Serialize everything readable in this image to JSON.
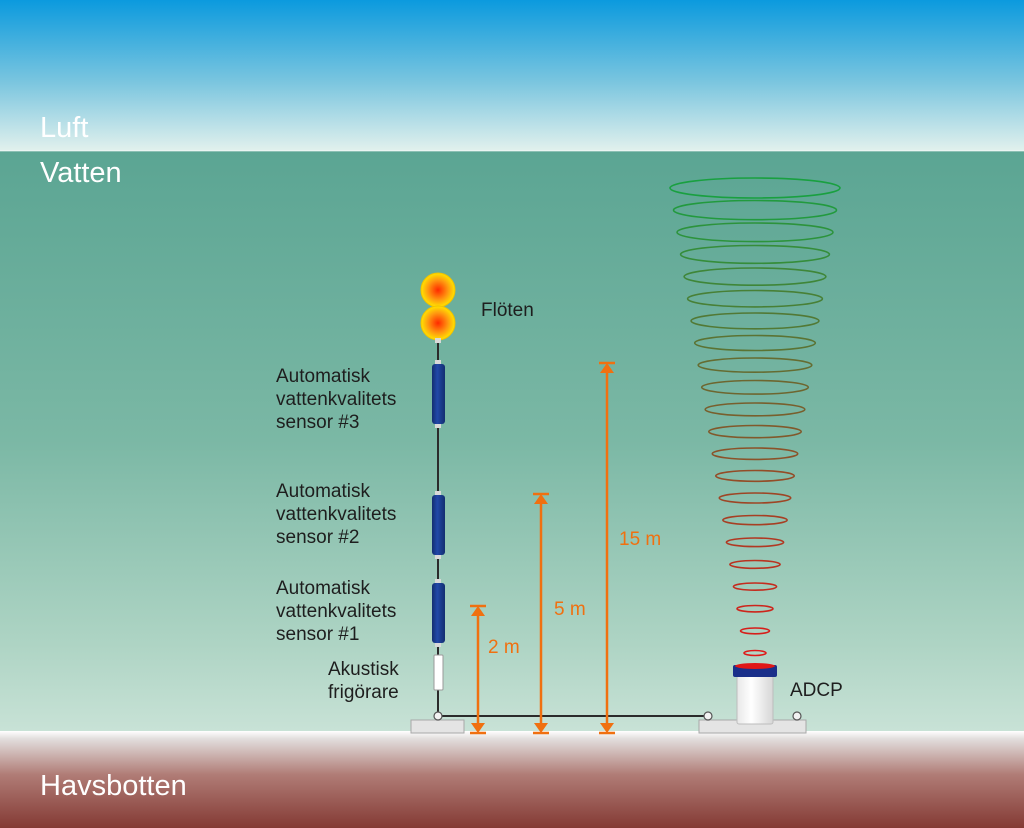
{
  "zones": {
    "air": "Luft",
    "water": "Vatten",
    "seabed": "Havsbotten"
  },
  "floats_label": "Flöten",
  "sensors": [
    {
      "line1": "Automatisk",
      "line2": "vattenkvalitets",
      "line3": "sensor #3"
    },
    {
      "line1": "Automatisk",
      "line2": "vattenkvalitets",
      "line3": "sensor #2"
    },
    {
      "line1": "Automatisk",
      "line2": "vattenkvalitets",
      "line3": "sensor #1"
    }
  ],
  "release": {
    "line1": "Akustisk",
    "line2": "frigörare"
  },
  "adcp_label": "ADCP",
  "heights": [
    "2 m",
    "5 m",
    "15 m"
  ],
  "colors": {
    "sky_top": "#0b9ade",
    "water": "#5ba593",
    "sensor": "#1a3d8f",
    "dimension": "#f07010",
    "beam_far": "#19a040",
    "beam_near": "#e01818",
    "seabed": "#843a34"
  },
  "icons": {
    "float": "float-buoy-icon",
    "sensor": "sensor-canister-icon",
    "release": "acoustic-release-icon",
    "adcp": "adcp-device-icon",
    "anchor": "anchor-weight-icon"
  }
}
